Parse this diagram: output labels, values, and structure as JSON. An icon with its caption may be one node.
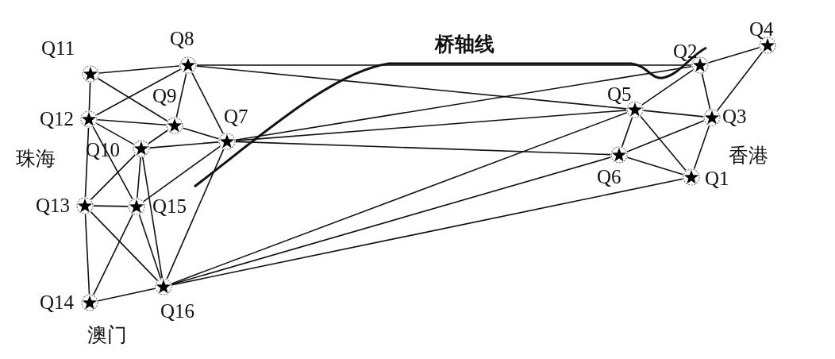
{
  "diagram": {
    "nodes": [
      {
        "text": [
          "Q1"
        ]
      },
      {
        "text": [
          "Q2"
        ]
      },
      {
        "text": [
          "Q3"
        ]
      },
      {
        "text": [
          "Q4"
        ]
      },
      {
        "text": [
          "Q5"
        ]
      },
      {
        "text": [
          "Q6"
        ]
      },
      {
        "text": [
          "Q7"
        ]
      },
      {
        "text": [
          "Q8"
        ]
      },
      {
        "text": [
          "Q9"
        ]
      },
      {
        "text": [
          "Q10"
        ]
      },
      {
        "text": [
          "Q11"
        ]
      },
      {
        "text": [
          "Q12"
        ]
      },
      {
        "text": [
          "Q13"
        ]
      },
      {
        "text": [
          "Q14"
        ]
      },
      {
        "text": [
          "Q15"
        ]
      },
      {
        "text": [
          "Q16"
        ]
      }
    ],
    "edges": [
      {
        "from": 10,
        "to": 7,
        "arrow": "none"
      },
      {
        "from": 10,
        "to": 11,
        "arrow": "none"
      },
      {
        "from": 10,
        "to": 8,
        "arrow": "none"
      },
      {
        "from": 11,
        "to": 7,
        "arrow": "none"
      },
      {
        "from": 11,
        "to": 8,
        "arrow": "none"
      },
      {
        "from": 11,
        "to": 9,
        "arrow": "none"
      },
      {
        "from": 11,
        "to": 14,
        "arrow": "none"
      },
      {
        "from": 11,
        "to": 12,
        "arrow": "none"
      },
      {
        "from": 12,
        "to": 13,
        "arrow": "none"
      },
      {
        "from": 12,
        "to": 14,
        "arrow": "none"
      },
      {
        "from": 12,
        "to": 15,
        "arrow": "none"
      },
      {
        "from": 12,
        "to": 9,
        "arrow": "none"
      },
      {
        "from": 9,
        "to": 14,
        "arrow": "none"
      },
      {
        "from": 9,
        "to": 15,
        "arrow": "none"
      },
      {
        "from": 9,
        "to": 8,
        "arrow": "none"
      },
      {
        "from": 9,
        "to": 6,
        "arrow": "none"
      },
      {
        "from": 13,
        "to": 14,
        "arrow": "none"
      },
      {
        "from": 13,
        "to": 15,
        "arrow": "none"
      },
      {
        "from": 14,
        "to": 15,
        "arrow": "none"
      },
      {
        "from": 14,
        "to": 6,
        "arrow": "none"
      },
      {
        "from": 15,
        "to": 6,
        "arrow": "none"
      },
      {
        "from": 7,
        "to": 8,
        "arrow": "none"
      },
      {
        "from": 7,
        "to": 6,
        "arrow": "none"
      },
      {
        "from": 8,
        "to": 6,
        "arrow": "none"
      },
      {
        "from": 7,
        "to": 1,
        "arrow": "none"
      },
      {
        "from": 7,
        "to": 4,
        "arrow": "none"
      },
      {
        "from": 6,
        "to": 1,
        "arrow": "none"
      },
      {
        "from": 6,
        "to": 4,
        "arrow": "none"
      },
      {
        "from": 6,
        "to": 5,
        "arrow": "none"
      },
      {
        "from": 15,
        "to": 4,
        "arrow": "none"
      },
      {
        "from": 15,
        "to": 5,
        "arrow": "none"
      },
      {
        "from": 15,
        "to": 0,
        "arrow": "none"
      },
      {
        "from": 1,
        "to": 3,
        "arrow": "none"
      },
      {
        "from": 1,
        "to": 4,
        "arrow": "none"
      },
      {
        "from": 1,
        "to": 2,
        "arrow": "none"
      },
      {
        "from": 3,
        "to": 2,
        "arrow": "none"
      },
      {
        "from": 4,
        "to": 2,
        "arrow": "none"
      },
      {
        "from": 4,
        "to": 5,
        "arrow": "none"
      },
      {
        "from": 4,
        "to": 0,
        "arrow": "none"
      },
      {
        "from": 5,
        "to": 2,
        "arrow": "none"
      },
      {
        "from": 5,
        "to": 0,
        "arrow": "none"
      },
      {
        "from": 2,
        "to": 0,
        "arrow": "none"
      }
    ],
    "labels": [
      "桥轴线",
      "珠海",
      "香港",
      "澳门"
    ]
  }
}
